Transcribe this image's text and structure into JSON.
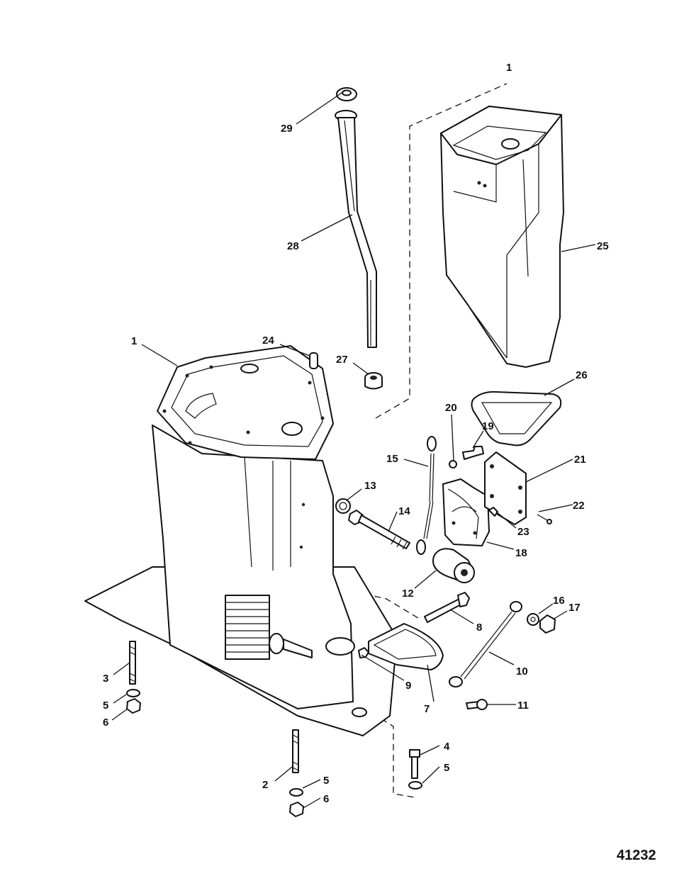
{
  "figure_number": "41232",
  "callouts": [
    {
      "id": "c1",
      "label": "1"
    },
    {
      "id": "c1b",
      "label": "1"
    },
    {
      "id": "c2",
      "label": "2"
    },
    {
      "id": "c3",
      "label": "3"
    },
    {
      "id": "c4",
      "label": "4"
    },
    {
      "id": "c5a",
      "label": "5"
    },
    {
      "id": "c5b",
      "label": "5"
    },
    {
      "id": "c5c",
      "label": "5"
    },
    {
      "id": "c6a",
      "label": "6"
    },
    {
      "id": "c6b",
      "label": "6"
    },
    {
      "id": "c7",
      "label": "7"
    },
    {
      "id": "c8",
      "label": "8"
    },
    {
      "id": "c9",
      "label": "9"
    },
    {
      "id": "c10",
      "label": "10"
    },
    {
      "id": "c11",
      "label": "11"
    },
    {
      "id": "c12",
      "label": "12"
    },
    {
      "id": "c13",
      "label": "13"
    },
    {
      "id": "c14",
      "label": "14"
    },
    {
      "id": "c15",
      "label": "15"
    },
    {
      "id": "c16",
      "label": "16"
    },
    {
      "id": "c17",
      "label": "17"
    },
    {
      "id": "c18",
      "label": "18"
    },
    {
      "id": "c19",
      "label": "19"
    },
    {
      "id": "c20",
      "label": "20"
    },
    {
      "id": "c21",
      "label": "21"
    },
    {
      "id": "c22",
      "label": "22"
    },
    {
      "id": "c23",
      "label": "23"
    },
    {
      "id": "c24",
      "label": "24"
    },
    {
      "id": "c25",
      "label": "25"
    },
    {
      "id": "c26",
      "label": "26"
    },
    {
      "id": "c27",
      "label": "27"
    },
    {
      "id": "c28",
      "label": "28"
    },
    {
      "id": "c29",
      "label": "29"
    }
  ]
}
